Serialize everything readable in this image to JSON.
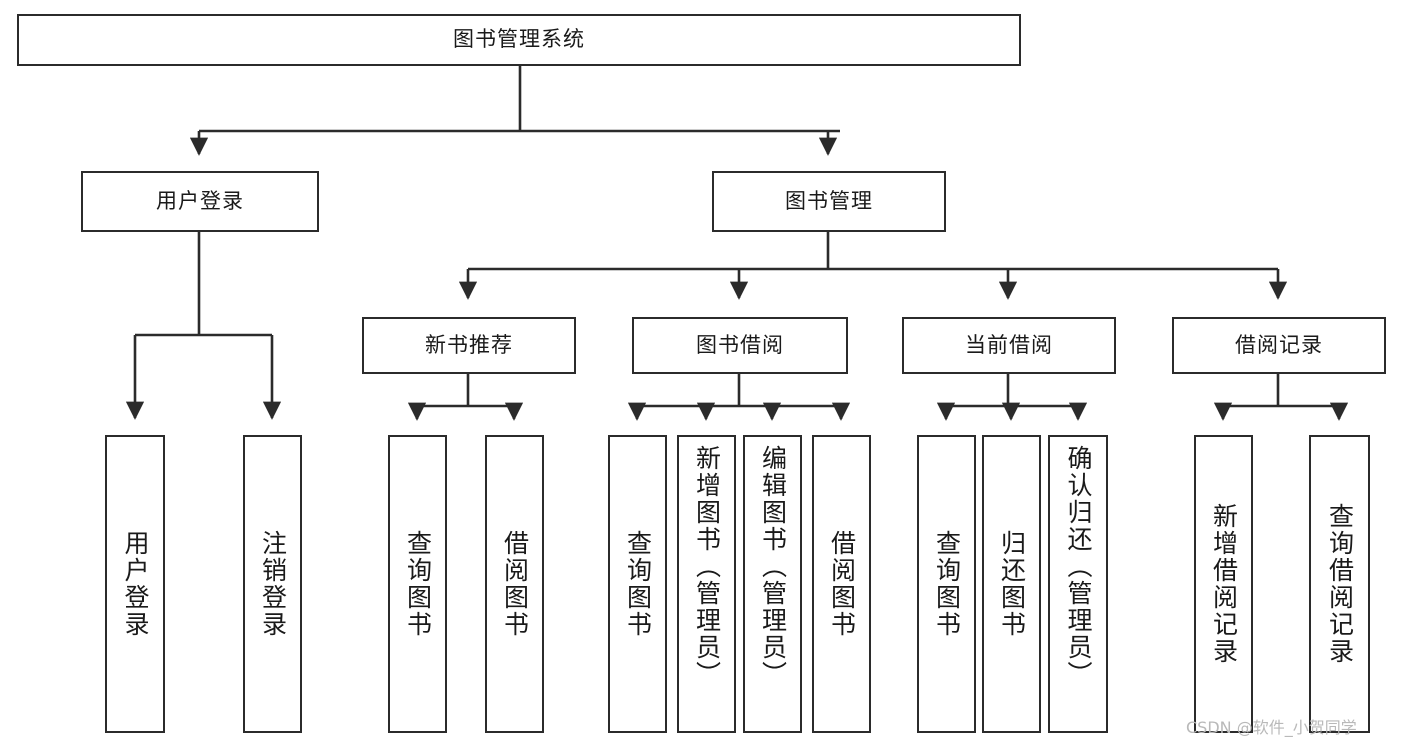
{
  "diagram": {
    "title": "图书管理系统",
    "watermark": "CSDN @软件_小贺同学",
    "line_color": "#2b2b2b",
    "box_fill": "#ffffff",
    "text_color": "#1a1a1a",
    "watermark_color": "#b9b9b9"
  },
  "nodes": {
    "root": {
      "label": "图书管理系统"
    },
    "level2": [
      {
        "label": "用户登录"
      },
      {
        "label": "图书管理"
      }
    ],
    "level3": [
      {
        "label": "新书推荐"
      },
      {
        "label": "图书借阅"
      },
      {
        "label": "当前借阅"
      },
      {
        "label": "借阅记录"
      }
    ],
    "leaves_user_login": [
      {
        "label": "用户登录"
      },
      {
        "label": "注销登录"
      }
    ],
    "leaves_new_book": [
      {
        "label": "查询图书"
      },
      {
        "label": "借阅图书"
      }
    ],
    "leaves_borrow": [
      {
        "label": "查询图书"
      },
      {
        "label": "新增图书（管理员）"
      },
      {
        "label": "编辑图书（管理员）"
      },
      {
        "label": "借阅图书"
      }
    ],
    "leaves_current": [
      {
        "label": "查询图书"
      },
      {
        "label": "归还图书"
      },
      {
        "label": "确认归还（管理员）"
      }
    ],
    "leaves_record": [
      {
        "label": "新增借阅记录"
      },
      {
        "label": "查询借阅记录"
      }
    ]
  }
}
